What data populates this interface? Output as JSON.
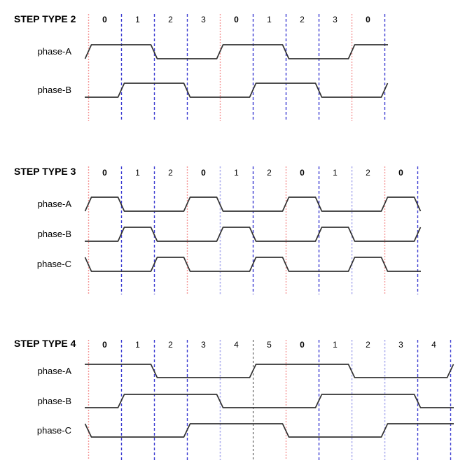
{
  "page": {
    "background": "#ffffff"
  },
  "colors": {
    "waveform": "#333333",
    "text": "#000000",
    "boundary_red": "#f59898",
    "boundary_blue": "#3b3bd1",
    "boundary_light": "#abadee",
    "boundary_dark": "#555555"
  },
  "diagrams": [
    {
      "title": "STEP TYPE 2",
      "steps": [
        {
          "label": "0",
          "bold": true
        },
        {
          "label": "1",
          "bold": false
        },
        {
          "label": "2",
          "bold": false
        },
        {
          "label": "3",
          "bold": false
        },
        {
          "label": "0",
          "bold": true
        },
        {
          "label": "1",
          "bold": false
        },
        {
          "label": "2",
          "bold": false
        },
        {
          "label": "3",
          "bold": false
        },
        {
          "label": "0",
          "bold": true
        }
      ],
      "boundary_styles": [
        "red",
        "blue",
        "blue",
        "blue",
        "red",
        "blue",
        "blue",
        "blue",
        "red",
        "blue"
      ],
      "phases": [
        {
          "label": "phase-A",
          "pre": 0,
          "levels": [
            1,
            1,
            0,
            0,
            1,
            1,
            0,
            0,
            1
          ],
          "post": 1
        },
        {
          "label": "phase-B",
          "pre": 0,
          "levels": [
            0,
            1,
            1,
            0,
            0,
            1,
            1,
            0,
            0
          ],
          "post": 1
        }
      ]
    },
    {
      "title": "STEP TYPE 3",
      "steps": [
        {
          "label": "0",
          "bold": true
        },
        {
          "label": "1",
          "bold": false
        },
        {
          "label": "2",
          "bold": false
        },
        {
          "label": "0",
          "bold": true
        },
        {
          "label": "1",
          "bold": false
        },
        {
          "label": "2",
          "bold": false
        },
        {
          "label": "0",
          "bold": true
        },
        {
          "label": "1",
          "bold": false
        },
        {
          "label": "2",
          "bold": false
        },
        {
          "label": "0",
          "bold": true
        }
      ],
      "boundary_styles": [
        "red",
        "blue",
        "blue",
        "red",
        "light",
        "blue",
        "red",
        "blue",
        "light",
        "red",
        "blue"
      ],
      "phases": [
        {
          "label": "phase-A",
          "pre": 0,
          "levels": [
            1,
            0,
            0,
            1,
            0,
            0,
            1,
            0,
            0,
            1
          ],
          "post": 0
        },
        {
          "label": "phase-B",
          "pre": 0,
          "levels": [
            0,
            1,
            0,
            0,
            1,
            0,
            0,
            1,
            0,
            0
          ],
          "post": 1
        },
        {
          "label": "phase-C",
          "pre": 1,
          "levels": [
            0,
            0,
            1,
            0,
            0,
            1,
            0,
            0,
            1,
            0
          ],
          "post": 0
        }
      ]
    },
    {
      "title": "STEP TYPE 4",
      "steps": [
        {
          "label": "0",
          "bold": true
        },
        {
          "label": "1",
          "bold": false
        },
        {
          "label": "2",
          "bold": false
        },
        {
          "label": "3",
          "bold": false
        },
        {
          "label": "4",
          "bold": false
        },
        {
          "label": "5",
          "bold": false
        },
        {
          "label": "0",
          "bold": true
        },
        {
          "label": "1",
          "bold": false
        },
        {
          "label": "2",
          "bold": false
        },
        {
          "label": "3",
          "bold": false
        },
        {
          "label": "4",
          "bold": false
        }
      ],
      "boundary_styles": [
        "red",
        "blue",
        "blue",
        "blue",
        "light",
        "dark",
        "red",
        "blue",
        "light",
        "light",
        "blue",
        "blue"
      ],
      "phases": [
        {
          "label": "phase-A",
          "pre": 1,
          "levels": [
            1,
            1,
            0,
            0,
            0,
            1,
            1,
            1,
            0,
            0,
            0
          ],
          "post": 1
        },
        {
          "label": "phase-B",
          "pre": 0,
          "levels": [
            0,
            1,
            1,
            1,
            0,
            0,
            0,
            1,
            1,
            1,
            0
          ],
          "post": 0
        },
        {
          "label": "phase-C",
          "pre": 1,
          "levels": [
            0,
            0,
            0,
            1,
            1,
            1,
            0,
            0,
            0,
            1,
            1
          ],
          "post": 1
        }
      ]
    }
  ]
}
